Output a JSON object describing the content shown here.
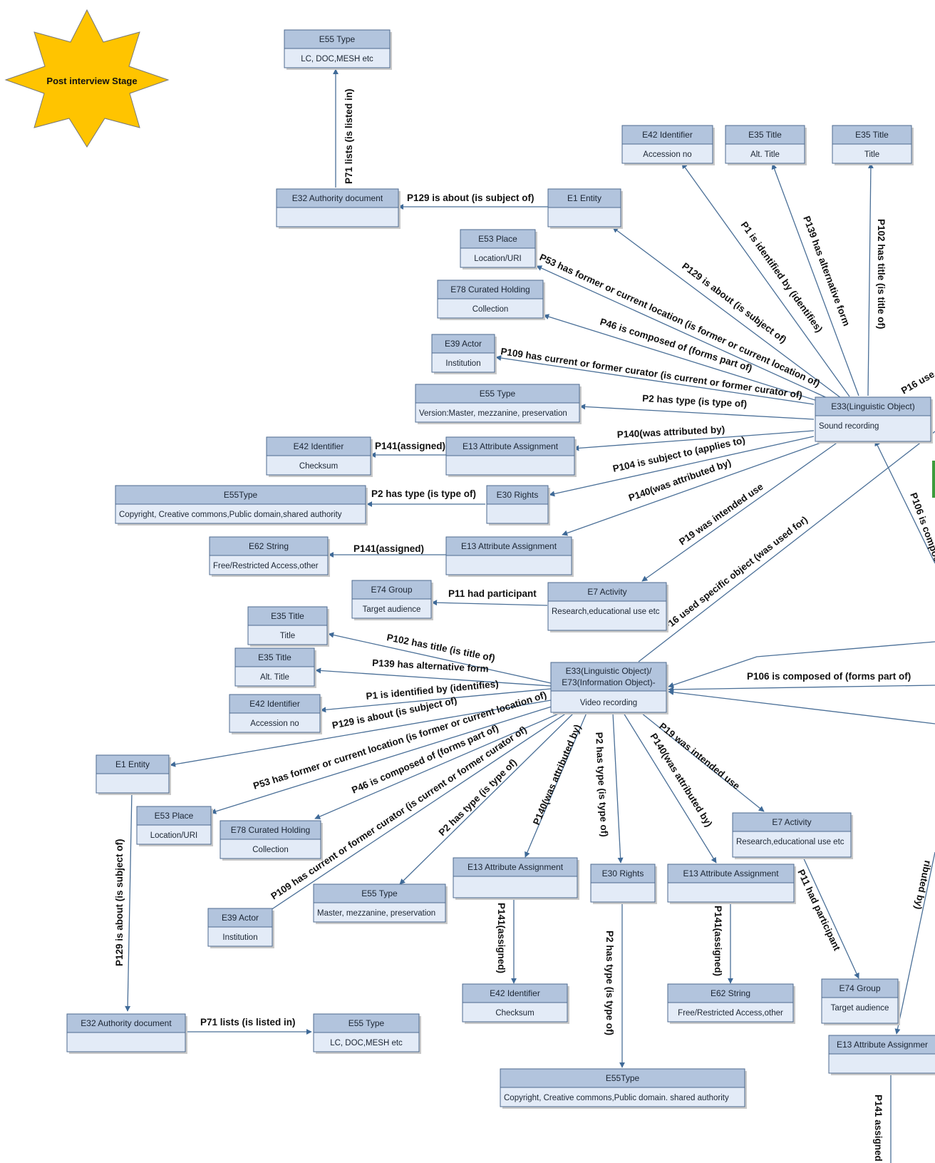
{
  "stage_label": "Post interview Stage",
  "nodes": {
    "e55_type_top": {
      "title": "E55 Type",
      "value": "LC, DOC,MESH etc"
    },
    "e32_authority_top": {
      "title": "E32 Authority document",
      "value": ""
    },
    "e1_entity_top": {
      "title": "E1 Entity",
      "value": ""
    },
    "e42_identifier_top": {
      "title": "E42 Identifier",
      "value": "Accession no"
    },
    "e35_title_alt_top": {
      "title": "E35 Title",
      "value": "Alt. Title"
    },
    "e35_title_top": {
      "title": "E35 Title",
      "value": "Title"
    },
    "e53_place_top": {
      "title": "E53 Place",
      "value": "Location/URI"
    },
    "e78_holding_top": {
      "title": "E78 Curated Holding",
      "value": "Collection"
    },
    "e39_actor_top": {
      "title": "E39 Actor",
      "value": "Institution"
    },
    "e55_type_version_top": {
      "title": "E55 Type",
      "value": "Version:Master, mezzanine, preservation"
    },
    "e33_sound": {
      "title": "E33(Linguistic Object)",
      "value": "Sound recording"
    },
    "e42_checksum_top": {
      "title": "E42 Identifier",
      "value": "Checksum"
    },
    "e13_attr_top": {
      "title": "E13 Attribute Assignment",
      "value": ""
    },
    "e55type_rights_top": {
      "title": "E55Type",
      "value": "Copyright, Creative commons,Public domain,shared authority"
    },
    "e30_rights_top": {
      "title": "E30 Rights",
      "value": ""
    },
    "e62_string_top": {
      "title": "E62 String",
      "value": "Free/Restricted Access,other"
    },
    "e13_attr_top2": {
      "title": "E13 Attribute Assignment",
      "value": ""
    },
    "e74_group_top": {
      "title": "E74 Group",
      "value": "Target audience"
    },
    "e7_activity_top": {
      "title": "E7 Activity",
      "value": "Research,educational use etc"
    },
    "e35_title_mid": {
      "title": "E35 Title",
      "value": "Title"
    },
    "e35_title_alt_mid": {
      "title": "E35 Title",
      "value": "Alt. Title"
    },
    "e42_identifier_mid": {
      "title": "E42 Identifier",
      "value": "Accession no"
    },
    "e33_video_line1": {
      "title": "E33(Linguistic Object)/",
      "value": "Video recording"
    },
    "e73_video_line2": {
      "title": "E73(Information Object)-"
    },
    "e1_entity_bottom": {
      "title": "E1 Entity",
      "value": ""
    },
    "e53_place_bottom": {
      "title": "E53 Place",
      "value": "Location/URI"
    },
    "e78_holding_bottom": {
      "title": "E78 Curated Holding",
      "value": "Collection"
    },
    "e55_type_bottom": {
      "title": "E55 Type",
      "value": "Master, mezzanine, preservation"
    },
    "e39_actor_bottom": {
      "title": "E39 Actor",
      "value": "Institution"
    },
    "e13_attr_bottom1": {
      "title": "E13 Attribute Assignment",
      "value": ""
    },
    "e30_rights_bottom": {
      "title": "E30 Rights",
      "value": ""
    },
    "e13_attr_bottom2": {
      "title": "E13 Attribute Assignment",
      "value": ""
    },
    "e7_activity_bottom": {
      "title": "E7 Activity",
      "value": "Research,educational use etc"
    },
    "e42_checksum_bottom": {
      "title": "E42 Identifier",
      "value": "Checksum"
    },
    "e62_string_bottom": {
      "title": "E62 String",
      "value": "Free/Restricted Access,other"
    },
    "e74_group_bottom": {
      "title": "E74 Group",
      "value": "Target audience"
    },
    "e32_authority_bottom": {
      "title": "E32 Authority document",
      "value": ""
    },
    "e55_type_lc_bottom": {
      "title": "E55 Type",
      "value": "LC, DOC,MESH etc"
    },
    "e55type_rights_bottom": {
      "title": "E55Type",
      "value": "Copyright, Creative commons,Public domain. shared authority"
    },
    "e13_attr_right": {
      "title": "E13 Attribute Assignmer",
      "value": ""
    }
  },
  "edge_labels": {
    "p71_top": "P71 lists (is listed in)",
    "p129_top": "P129 is about (is subject of)",
    "p1_top": "P1 is identified by (identifies)",
    "p139_top": "P139 has alternative form",
    "p102_top": "P102 has title (is title of)",
    "p129_sound": "P129 is about (is subject of)",
    "p53_sound": "P53 has former or current location (is former or current location of)",
    "p46_sound": "P46 is composed of (forms part of)",
    "p109_sound": "P109 has current or former curator (is current or former curator of)",
    "p2_sound": "P2 has type (is type of)",
    "p140_sound": "P140(was attributed by)",
    "p141_top": "P141(assigned)",
    "p104_sound": "P104 is subject to (applies to)",
    "p2_rights_top": "P2 has type (is type of)",
    "p140_sound2": "P140(was attributed by)",
    "p141_top2": "P141(assigned)",
    "p19_sound": "P19 was intended use",
    "p11_top": "P11 had participant",
    "p16_sound": "P16 used specific object (was used for)",
    "p16_cut": "P16 use",
    "p106_cut": "P106 is compos",
    "p102_video": "P102 has title (is title of)",
    "p139_video": "P139 has alternative form",
    "p1_video": "P1 is identified by (identifies)",
    "p129_video": "P129 is about (is subject of)",
    "p53_video": "P53 has former or current location (is former or current location of)",
    "p46_video": "P46 is composed of (forms part of)",
    "p109_video": "P109 has current or former curator (is current or former curator of)",
    "p2_video": "P2 has type (is type of)",
    "p140_video1": "P140(was attributed by)",
    "p2_video_rights": "P2 has type (is type of)",
    "p140_video2": "P140(was attributed by)",
    "p19_video": "P19 was intended use",
    "p106_video": "P106 is composed of (forms part of)",
    "p141_bottom1": "P141(assigned)",
    "p141_bottom2": "P141(assigned)",
    "p11_bottom": "P11 had participant",
    "p2_rights_bottom": "P2 has type (is type of)",
    "p129_bottom": "P129 is about (is subject of)",
    "p71_bottom": "P71 lists (is listed in)",
    "attributed_cut": "ributed by)",
    "p141_cut": "P141 assigned"
  }
}
